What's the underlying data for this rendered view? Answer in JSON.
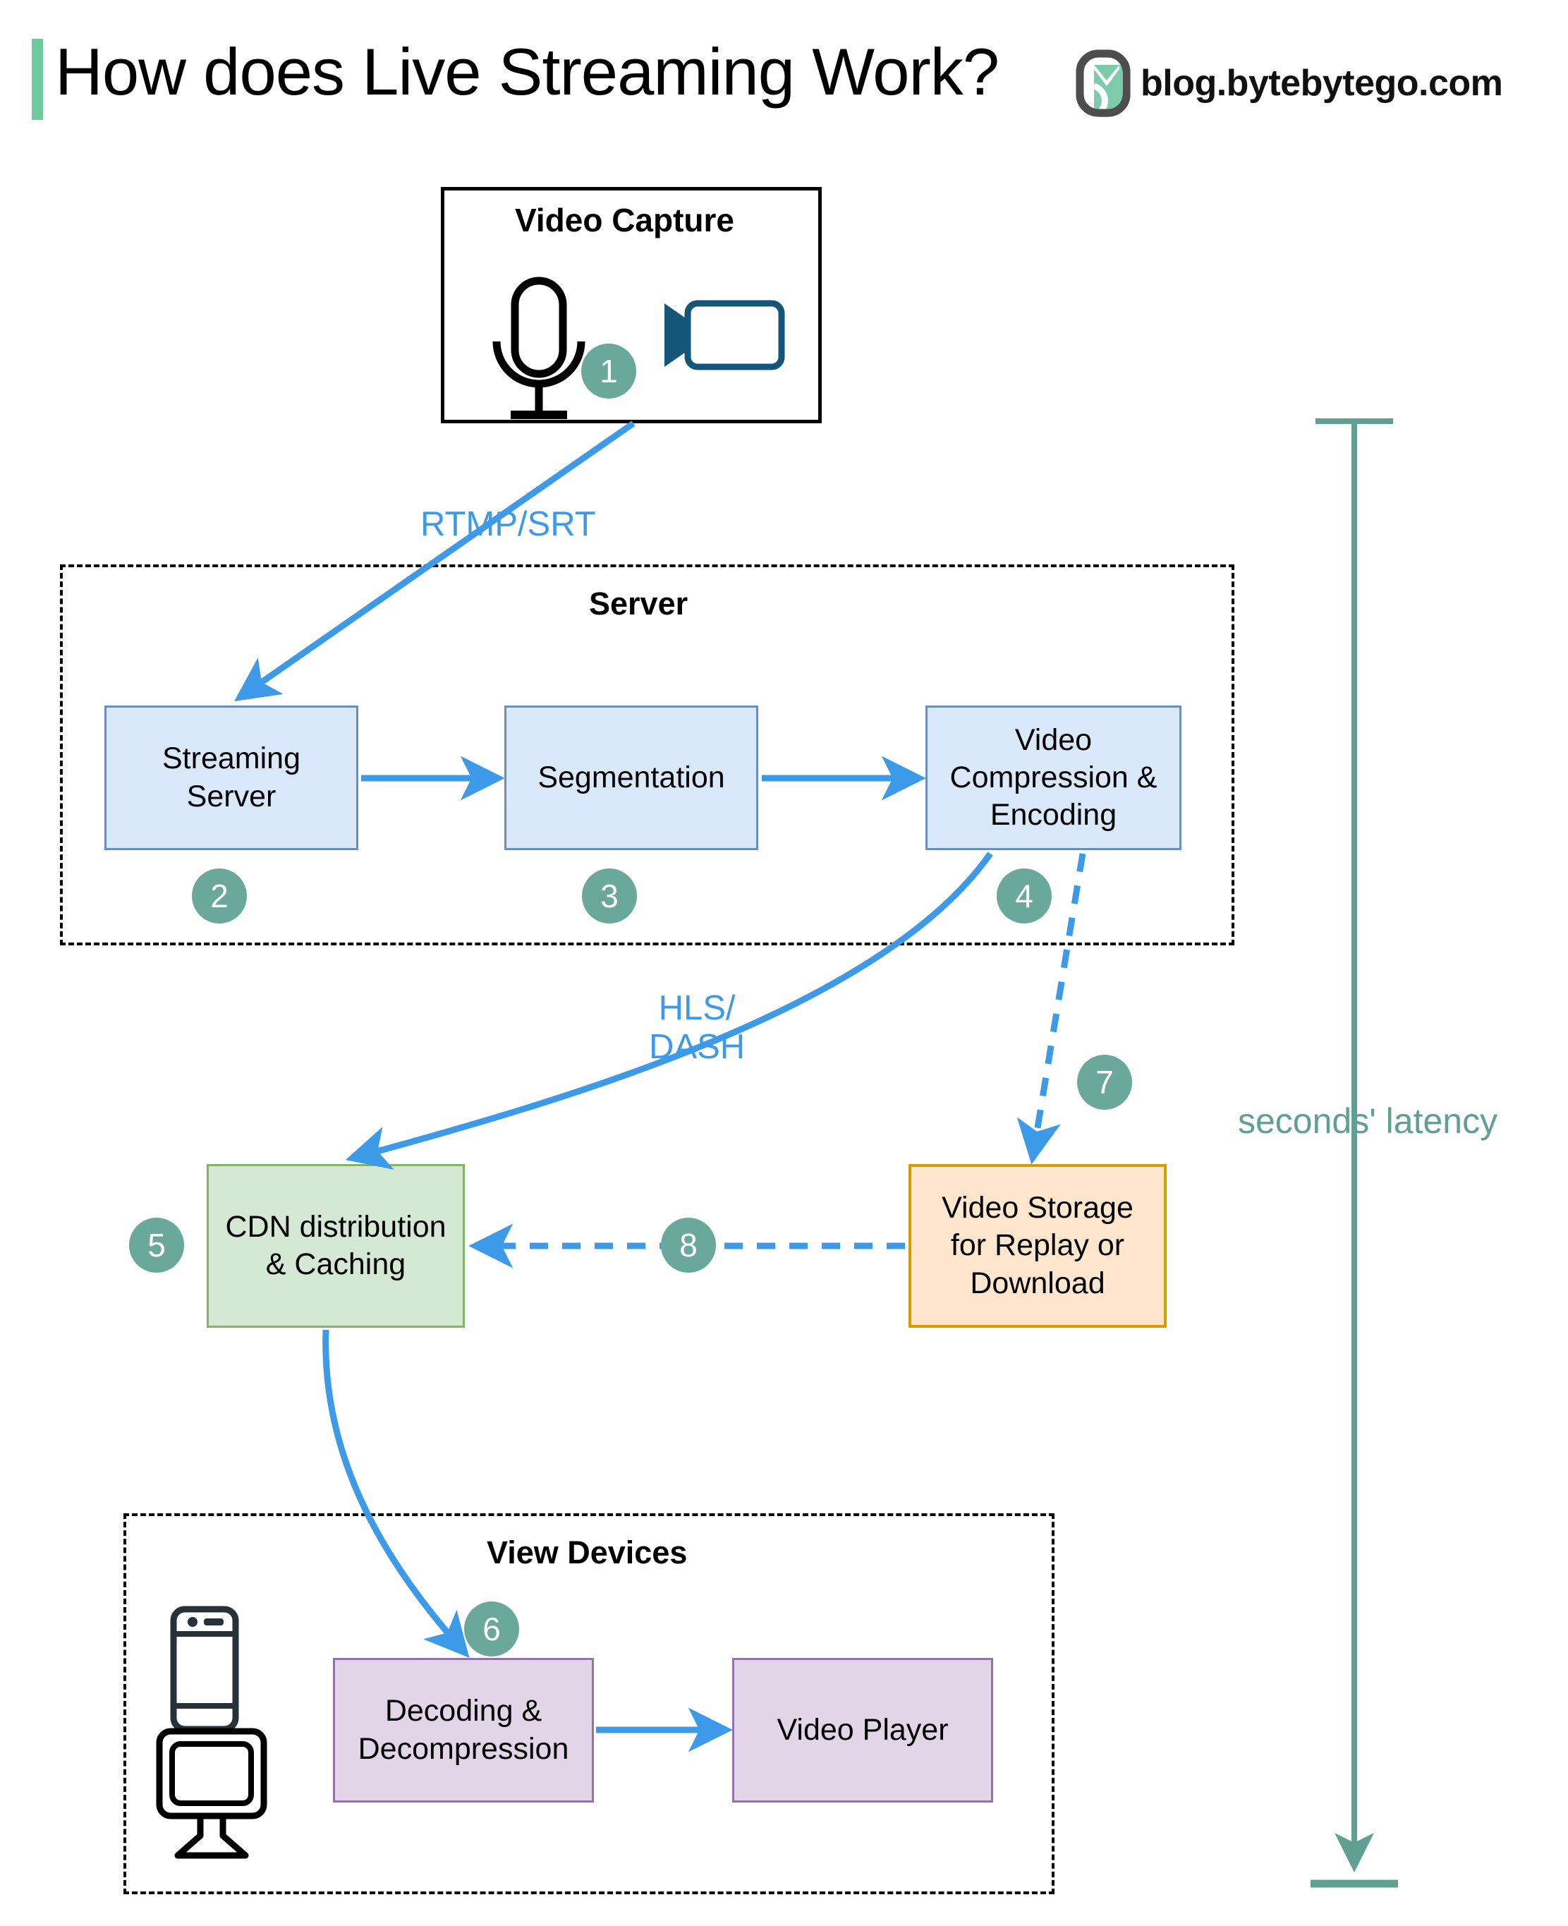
{
  "header": {
    "title": "How does Live Streaming Work?",
    "brand_text": "blog.bytebytego.com",
    "accent_color": "#6ecb9c",
    "logo_icon": "bytebytego-logo-icon"
  },
  "containers": {
    "capture": {
      "title": "Video Capture"
    },
    "server": {
      "title": "Server"
    },
    "view_devices": {
      "title": "View Devices"
    }
  },
  "capture_icons": {
    "microphone": "microphone-icon",
    "camera": "video-camera-icon"
  },
  "device_icons": {
    "phone": "smartphone-icon",
    "monitor": "desktop-monitor-icon"
  },
  "nodes": {
    "streaming_server": "Streaming\nServer",
    "segmentation": "Segmentation",
    "video_compression": "Video\nCompression &\nEncoding",
    "cdn": "CDN distribution\n& Caching",
    "video_storage": "Video Storage\nfor Replay or\nDownload",
    "decoding": "Decoding &\nDecompression",
    "video_player": "Video Player"
  },
  "badges": [
    {
      "id": "badge-1",
      "label": "1"
    },
    {
      "id": "badge-2",
      "label": "2"
    },
    {
      "id": "badge-3",
      "label": "3"
    },
    {
      "id": "badge-4",
      "label": "4"
    },
    {
      "id": "badge-5",
      "label": "5"
    },
    {
      "id": "badge-6",
      "label": "6"
    },
    {
      "id": "badge-7",
      "label": "7"
    },
    {
      "id": "badge-8",
      "label": "8"
    }
  ],
  "edge_labels": {
    "rtmp_srt": "RTMP/SRT",
    "hls_dash": "HLS/\nDASH"
  },
  "annotation": {
    "latency": "seconds' latency"
  },
  "colors": {
    "arrow_blue": "#3d9ae8",
    "badge_green": "#6aa89b",
    "latency_teal": "#5fa093",
    "blue_fill": "#dae8fc",
    "blue_stroke": "#6c8ebf",
    "green_fill": "#d5e8d4",
    "green_stroke": "#82b366",
    "orange_fill": "#ffe6cc",
    "orange_stroke": "#d79b00",
    "purple_fill": "#e1d5e7",
    "purple_stroke": "#9673a6",
    "camera_icon": "#14557a",
    "phone_icon": "#263238"
  }
}
